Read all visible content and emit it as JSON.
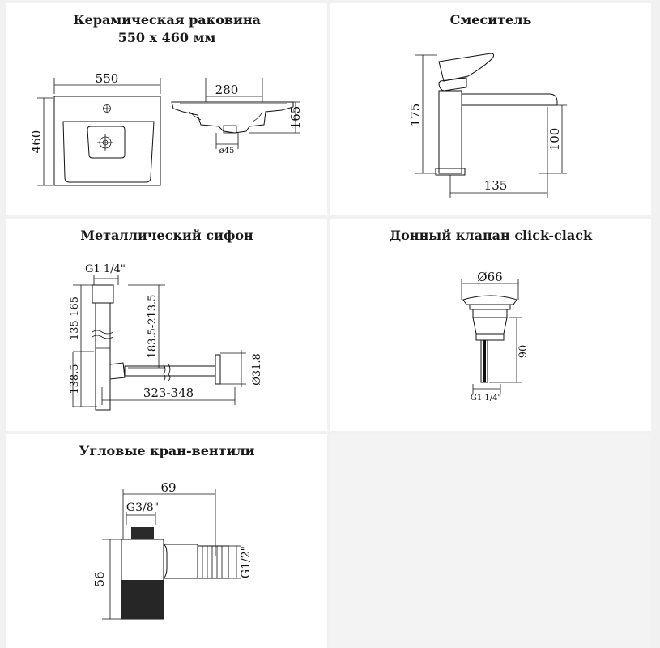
{
  "panels": {
    "sink": {
      "title_line1": "Керамическая раковина",
      "title_line2": "550 x 460 мм",
      "dim_width": "550",
      "dim_height": "460",
      "dim_side_width": "280",
      "dim_side_height": "165",
      "dim_drain": "ø45"
    },
    "mixer": {
      "title": "Смеситель",
      "dim_height_total": "175",
      "dim_spout_height": "100",
      "dim_reach": "135"
    },
    "siphon": {
      "title": "Металлический сифон",
      "dim_thread": "G1 1/4\"",
      "dim_top_range": "135-165",
      "dim_vertical_range": "183.5-213.5",
      "dim_bottom": "138.5",
      "dim_length_range": "323-348",
      "dim_outlet": "Ø31.8"
    },
    "valve": {
      "title": "Донный клапан click-clack",
      "dim_diameter": "Ø66",
      "dim_height": "90",
      "dim_thread": "G1 1/4\""
    },
    "angle_valve": {
      "title": "Угловые кран-вентили",
      "dim_width": "69",
      "dim_thread_top": "G3/8\"",
      "dim_thread_side": "G1/2\"",
      "dim_height": "56"
    }
  }
}
